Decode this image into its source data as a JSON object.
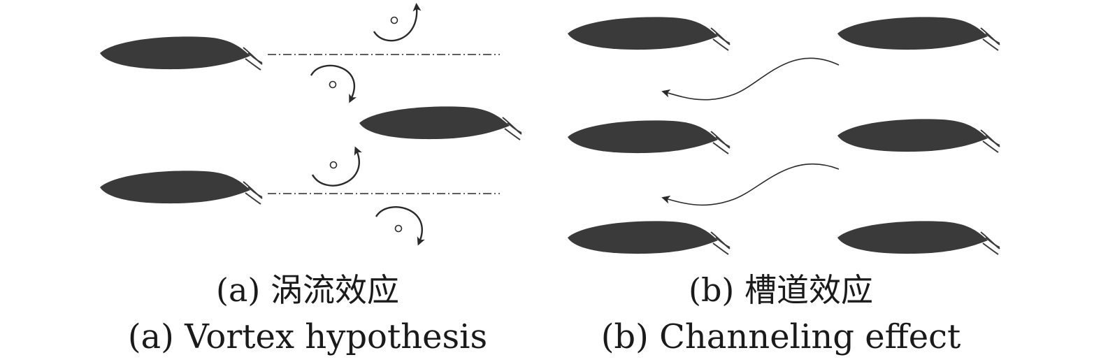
{
  "panels": [
    {
      "caption_zh": "(a) 涡流效应",
      "caption_en": "(a) Vortex hypothesis"
    },
    {
      "caption_zh": "(b) 槽道效应",
      "caption_en": "(b) Channeling effect"
    }
  ],
  "colors": {
    "fish": "#3a3a3a",
    "line": "#2a2a2a",
    "text": "#1a1a1a"
  }
}
